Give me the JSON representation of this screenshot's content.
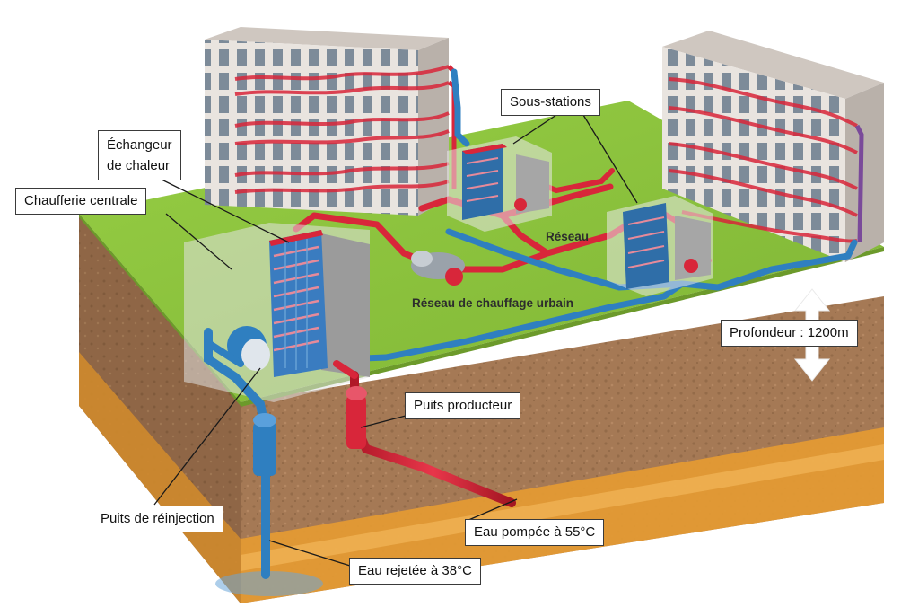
{
  "diagram": {
    "callouts": {
      "sous_stations": "Sous-stations",
      "echangeur_line1": "Échangeur",
      "echangeur_line2": "de chaleur",
      "chaufferie": "Chaufferie centrale",
      "profondeur": "Profondeur : 1200m",
      "puits_producteur": "Puits producteur",
      "puits_reinjection": "Puits de réinjection",
      "eau_pompee": "Eau pompée à 55°C",
      "eau_rejetee": "Eau rejetée à 38°C"
    },
    "inline_labels": {
      "reseau": "Réseau",
      "reseau_chauffage": "Réseau de chauffage urbain"
    },
    "colors": {
      "hot_pipe": "#d8263a",
      "cold_pipe": "#2f7fc0",
      "ground_green": "#8cc43c",
      "soil": "#a67a55",
      "aquifer": "#e6a035"
    }
  }
}
